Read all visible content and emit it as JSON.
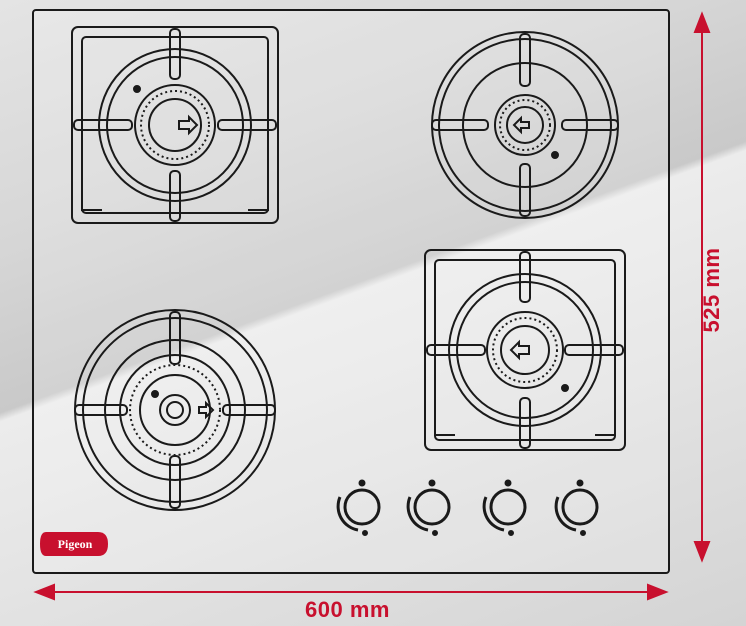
{
  "product": {
    "brand_logo_text": "Pigeon",
    "burners": [
      {
        "id": "top-left",
        "style": "square"
      },
      {
        "id": "top-right",
        "style": "round"
      },
      {
        "id": "bottom-left",
        "style": "round-large"
      },
      {
        "id": "bottom-right",
        "style": "square"
      }
    ],
    "knob_count": 4
  },
  "dimensions": {
    "width_label": "600 mm",
    "height_label": "525 mm"
  },
  "colors": {
    "accent": "#c8102e",
    "line": "#1a1a1a",
    "panel": "#ffffff"
  }
}
